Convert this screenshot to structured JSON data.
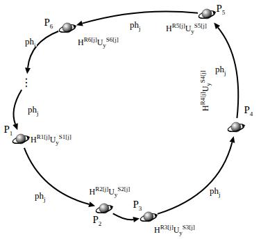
{
  "diagram": {
    "nodes": [
      {
        "text": [
          "P1",
          "HR1[j]UyS1[j]"
        ]
      },
      {
        "text": [
          "P2",
          "HR2[j]UyS2[j]"
        ]
      },
      {
        "text": [
          "P3",
          "HR3[j]UyS3[j]"
        ]
      },
      {
        "text": [
          "P4",
          "HR4[j]UyS4[j]"
        ]
      },
      {
        "text": [
          "P5",
          "HR5[j]UyS5[j]"
        ]
      },
      {
        "text": [
          "P6",
          "HR6[j]UyS6[j]"
        ]
      },
      {
        "text": [
          "⋮"
        ]
      }
    ],
    "edges": [
      {
        "from": 0,
        "to": 1,
        "arrow": "to",
        "label": "phj"
      },
      {
        "from": 1,
        "to": 2,
        "arrow": "to"
      },
      {
        "from": 2,
        "to": 3,
        "arrow": "to",
        "label": "phj"
      },
      {
        "from": 3,
        "to": 4,
        "arrow": "to",
        "label": "phj"
      },
      {
        "from": 4,
        "to": 5,
        "arrow": "to",
        "label": "phj"
      },
      {
        "from": 5,
        "to": 6,
        "arrow": "to",
        "label": "phj"
      },
      {
        "from": 6,
        "to": 0,
        "arrow": "to",
        "label": "phj"
      }
    ]
  }
}
